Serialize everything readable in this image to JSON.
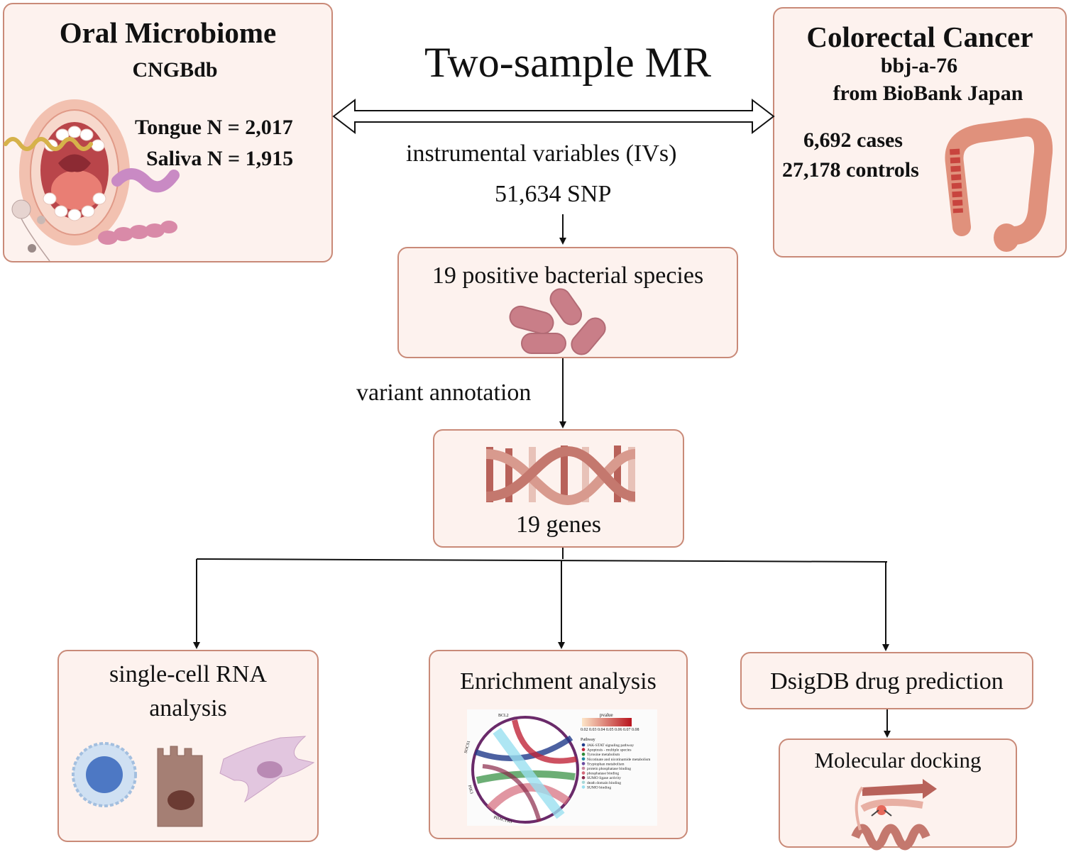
{
  "title": "Two-sample MR",
  "exposure": {
    "title": "Oral Microbiome",
    "source": "CNGBdb",
    "tongue": "Tongue N = 2,017",
    "saliva": "Saliva N = 1,915"
  },
  "outcome": {
    "title": "Colorectal Cancer",
    "id": "bbj-a-76",
    "source": "from BioBank Japan",
    "cases": "6,692 cases",
    "controls": "27,178 controls"
  },
  "iv_label": "instrumental variables (IVs)",
  "snp_label": "51,634 SNP",
  "species_label": "19 positive bacterial species",
  "annotation_label": "variant annotation",
  "genes_label": "19 genes",
  "scrna": {
    "line1": "single-cell RNA",
    "line2": "analysis"
  },
  "enrichment": {
    "title": "Enrichment analysis",
    "legend_title": "pvalue",
    "legend_ticks": "0.02 0.03 0.04 0.05 0.06 0.07 0.08",
    "pathway_header": "Pathway",
    "pathways": [
      {
        "label": "JAK-STAT signaling pathway",
        "color": "#1f3a8a"
      },
      {
        "label": "Apoptosis - multiple species",
        "color": "#c0263a"
      },
      {
        "label": "Tyrosine metabolism",
        "color": "#2e8b3a"
      },
      {
        "label": "Nicotinate and nicotinamide metabolism",
        "color": "#1e88a0"
      },
      {
        "label": "Tryptophan metabolism",
        "color": "#6a4aa0"
      },
      {
        "label": "protein phosphatase binding",
        "color": "#c98aa0"
      },
      {
        "label": "phosphatase binding",
        "color": "#d46a7a"
      },
      {
        "label": "SUMO ligase activity",
        "color": "#8a2a4a"
      },
      {
        "label": "death domain binding",
        "color": "#a8d8d8"
      },
      {
        "label": "SUMO binding",
        "color": "#9ae0f0"
      }
    ],
    "genes": [
      "BCL2",
      "SOCS1",
      "PIK3",
      "PHACTR3"
    ]
  },
  "dsigdb_label": "DsigDB drug prediction",
  "docking_label": "Molecular docking",
  "colors": {
    "box_fill": "#fdf2ee",
    "box_border": "#c98a78",
    "accent": "#b5584e"
  }
}
